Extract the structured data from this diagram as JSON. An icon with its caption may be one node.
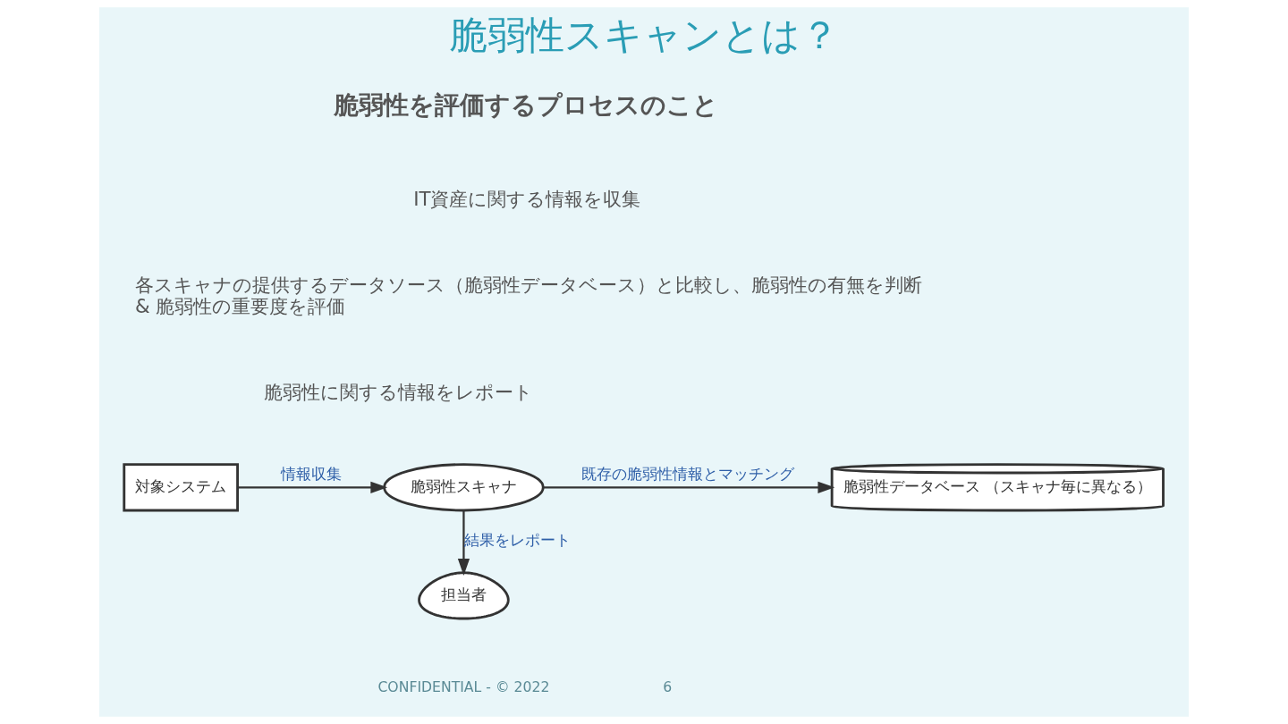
{
  "diagram": {
    "title": "脆弱性スキャンとは？",
    "nodes": [
      {
        "text": [
          "対象システム"
        ]
      },
      {
        "text": [
          "脆弱性スキャナ"
        ]
      },
      {
        "text": [
          "脆弱性データベース （スキャナ毎に異なる）"
        ]
      },
      {
        "text": [
          "担当者"
        ]
      }
    ],
    "edges": [
      {
        "from": 0,
        "to": 1,
        "arrow": "to",
        "label": "情報収集"
      },
      {
        "from": 1,
        "to": 2,
        "arrow": "to",
        "label": "既存の脆弱性情報とマッチング"
      },
      {
        "from": 1,
        "to": 3,
        "arrow": "to",
        "label": "結果をレポート"
      }
    ],
    "labels": [
      "脆弱性を評価するプロセスのこと",
      "IT資産に関する情報を収集",
      "各スキャナの提供するデータソース（脆弱性データベース）と比較し、脆弱性の有無を判断 & 脆弱性の重要度を評価",
      "脆弱性に関する情報をレポート",
      "CONFIDENTIAL - © 2022",
      "6"
    ]
  }
}
